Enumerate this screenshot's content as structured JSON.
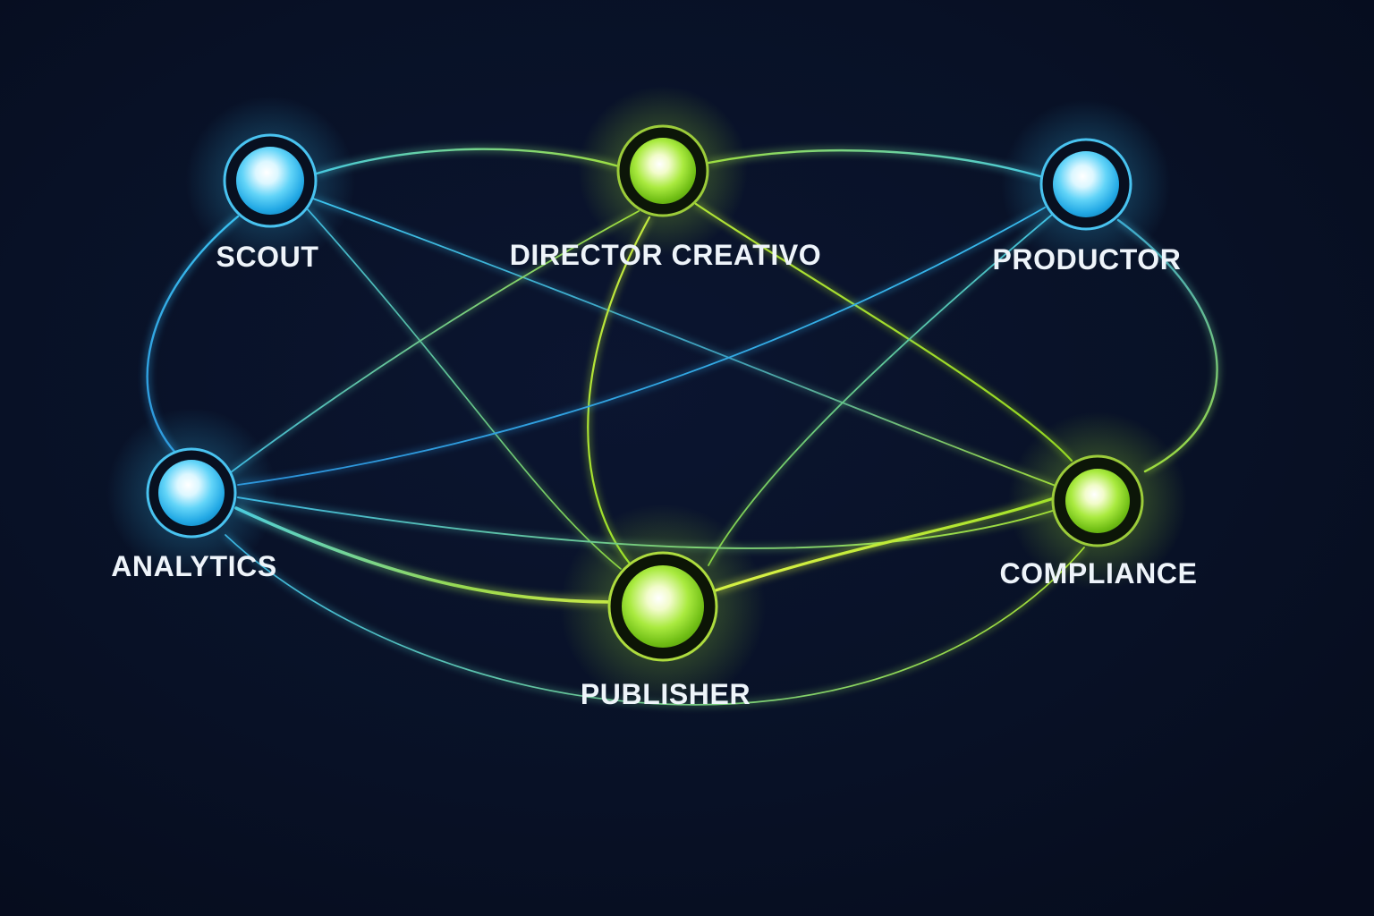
{
  "diagram": {
    "type": "network-graph",
    "background_color": "#081126",
    "nodes": [
      {
        "id": "scout",
        "label": "SCOUT",
        "color_type": "blue"
      },
      {
        "id": "director-creativo",
        "label": "DIRECTOR CREATIVO",
        "color_type": "green"
      },
      {
        "id": "productor",
        "label": "PRODUCTOR",
        "color_type": "blue"
      },
      {
        "id": "analytics",
        "label": "ANALYTICS",
        "color_type": "blue"
      },
      {
        "id": "compliance",
        "label": "COMPLIANCE",
        "color_type": "green"
      },
      {
        "id": "publisher",
        "label": "PUBLISHER",
        "color_type": "green"
      }
    ],
    "edges": [
      {
        "from": "scout",
        "to": "analytics"
      },
      {
        "from": "scout",
        "to": "director-creativo"
      },
      {
        "from": "scout",
        "to": "compliance"
      },
      {
        "from": "scout",
        "to": "publisher"
      },
      {
        "from": "director-creativo",
        "to": "productor"
      },
      {
        "from": "director-creativo",
        "to": "compliance"
      },
      {
        "from": "director-creativo",
        "to": "publisher"
      },
      {
        "from": "productor",
        "to": "compliance"
      },
      {
        "from": "productor",
        "to": "analytics"
      },
      {
        "from": "productor",
        "to": "publisher"
      },
      {
        "from": "analytics",
        "to": "publisher"
      },
      {
        "from": "analytics",
        "to": "compliance"
      },
      {
        "from": "analytics",
        "to": "director-creativo"
      },
      {
        "from": "publisher",
        "to": "compliance"
      }
    ],
    "colors": {
      "node_blue": "#36c0f2",
      "node_green": "#96e021",
      "edge_blue": "#2e9fe0",
      "edge_green": "#b4e22e",
      "edge_bright_yellow": "#e2f048",
      "label": "#eef4fa"
    }
  }
}
